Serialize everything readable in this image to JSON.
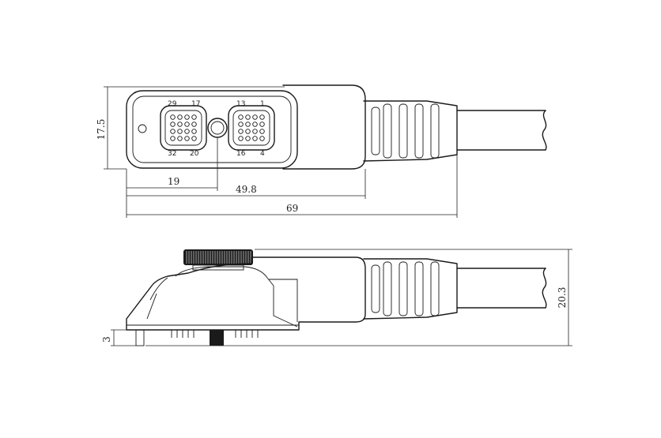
{
  "top_view": {
    "dimensions": {
      "height": "17.5",
      "pin_offset": "19",
      "housing_length": "49.8",
      "overall_length": "69"
    },
    "pin_labels": {
      "left_top_left": "29",
      "left_top_right": "17",
      "left_bottom_left": "32",
      "left_bottom_right": "20",
      "right_top_left": "13",
      "right_top_right": "1",
      "right_bottom_left": "16",
      "right_bottom_right": "4"
    }
  },
  "side_view": {
    "dimensions": {
      "pin_height": "3",
      "overall_height": "20.3"
    }
  }
}
